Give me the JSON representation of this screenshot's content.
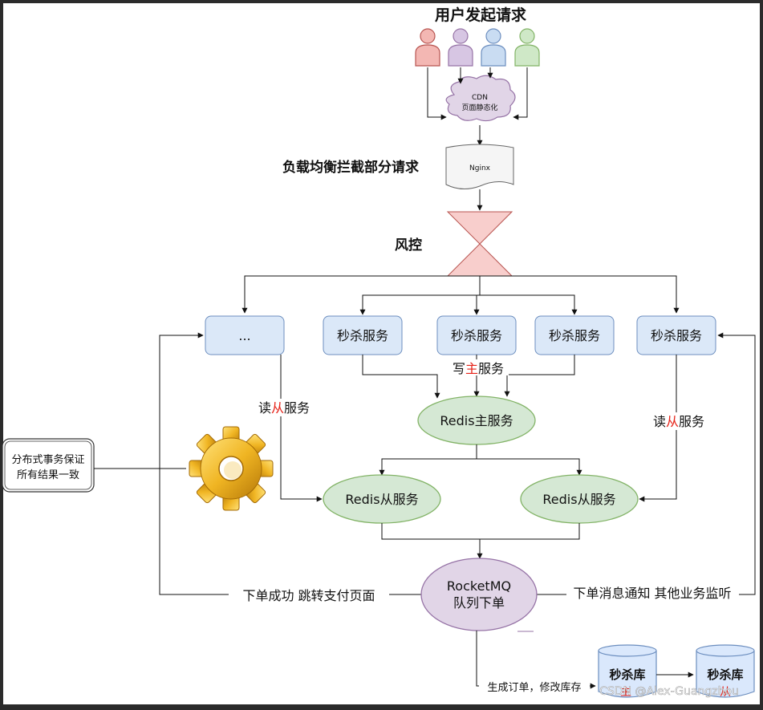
{
  "title": "用户发起请求",
  "cdn": {
    "line1": "CDN",
    "line2": "页面静态化"
  },
  "nginx_label": "Nginx",
  "lb_label": "负载均衡拦截部分请求",
  "risk_label": "风控",
  "services": {
    "ellipsis": "...",
    "seckill": "秒杀服务"
  },
  "write_master": {
    "pre": "写",
    "mark": "主",
    "post": "服务"
  },
  "read_slave": {
    "pre": "读",
    "mark": "从",
    "post": "服务"
  },
  "redis_master": "Redis主服务",
  "redis_slave": "Redis从服务",
  "distributed_box": {
    "line1": "分布式事务保证",
    "line2": "所有结果一致"
  },
  "mq": {
    "line1": "RocketMQ",
    "line2": "队列下单"
  },
  "order_success": "下单成功 跳转支付页面",
  "order_notify": "下单消息通知 其他业务监听",
  "create_order": "生成订单，修改库存",
  "db": {
    "label": "秒杀库",
    "master_mark": "主",
    "slave_mark": "从"
  },
  "watermark": "CSDN @Alex-Guangzhou",
  "colors": {
    "user_red": "#f3b7b3",
    "user_purple": "#d7c6e3",
    "user_blue": "#c9dcf2",
    "user_green": "#cfe8c7",
    "service_fill": "#dbe8f8",
    "service_stroke": "#6c8ebf",
    "redis_fill": "#d5e8d4",
    "redis_stroke": "#82b366",
    "mq_fill": "#e1d5e7",
    "mq_stroke": "#9673a6",
    "risk_fill": "#f8cecc",
    "db_fill": "#dae8fc"
  }
}
